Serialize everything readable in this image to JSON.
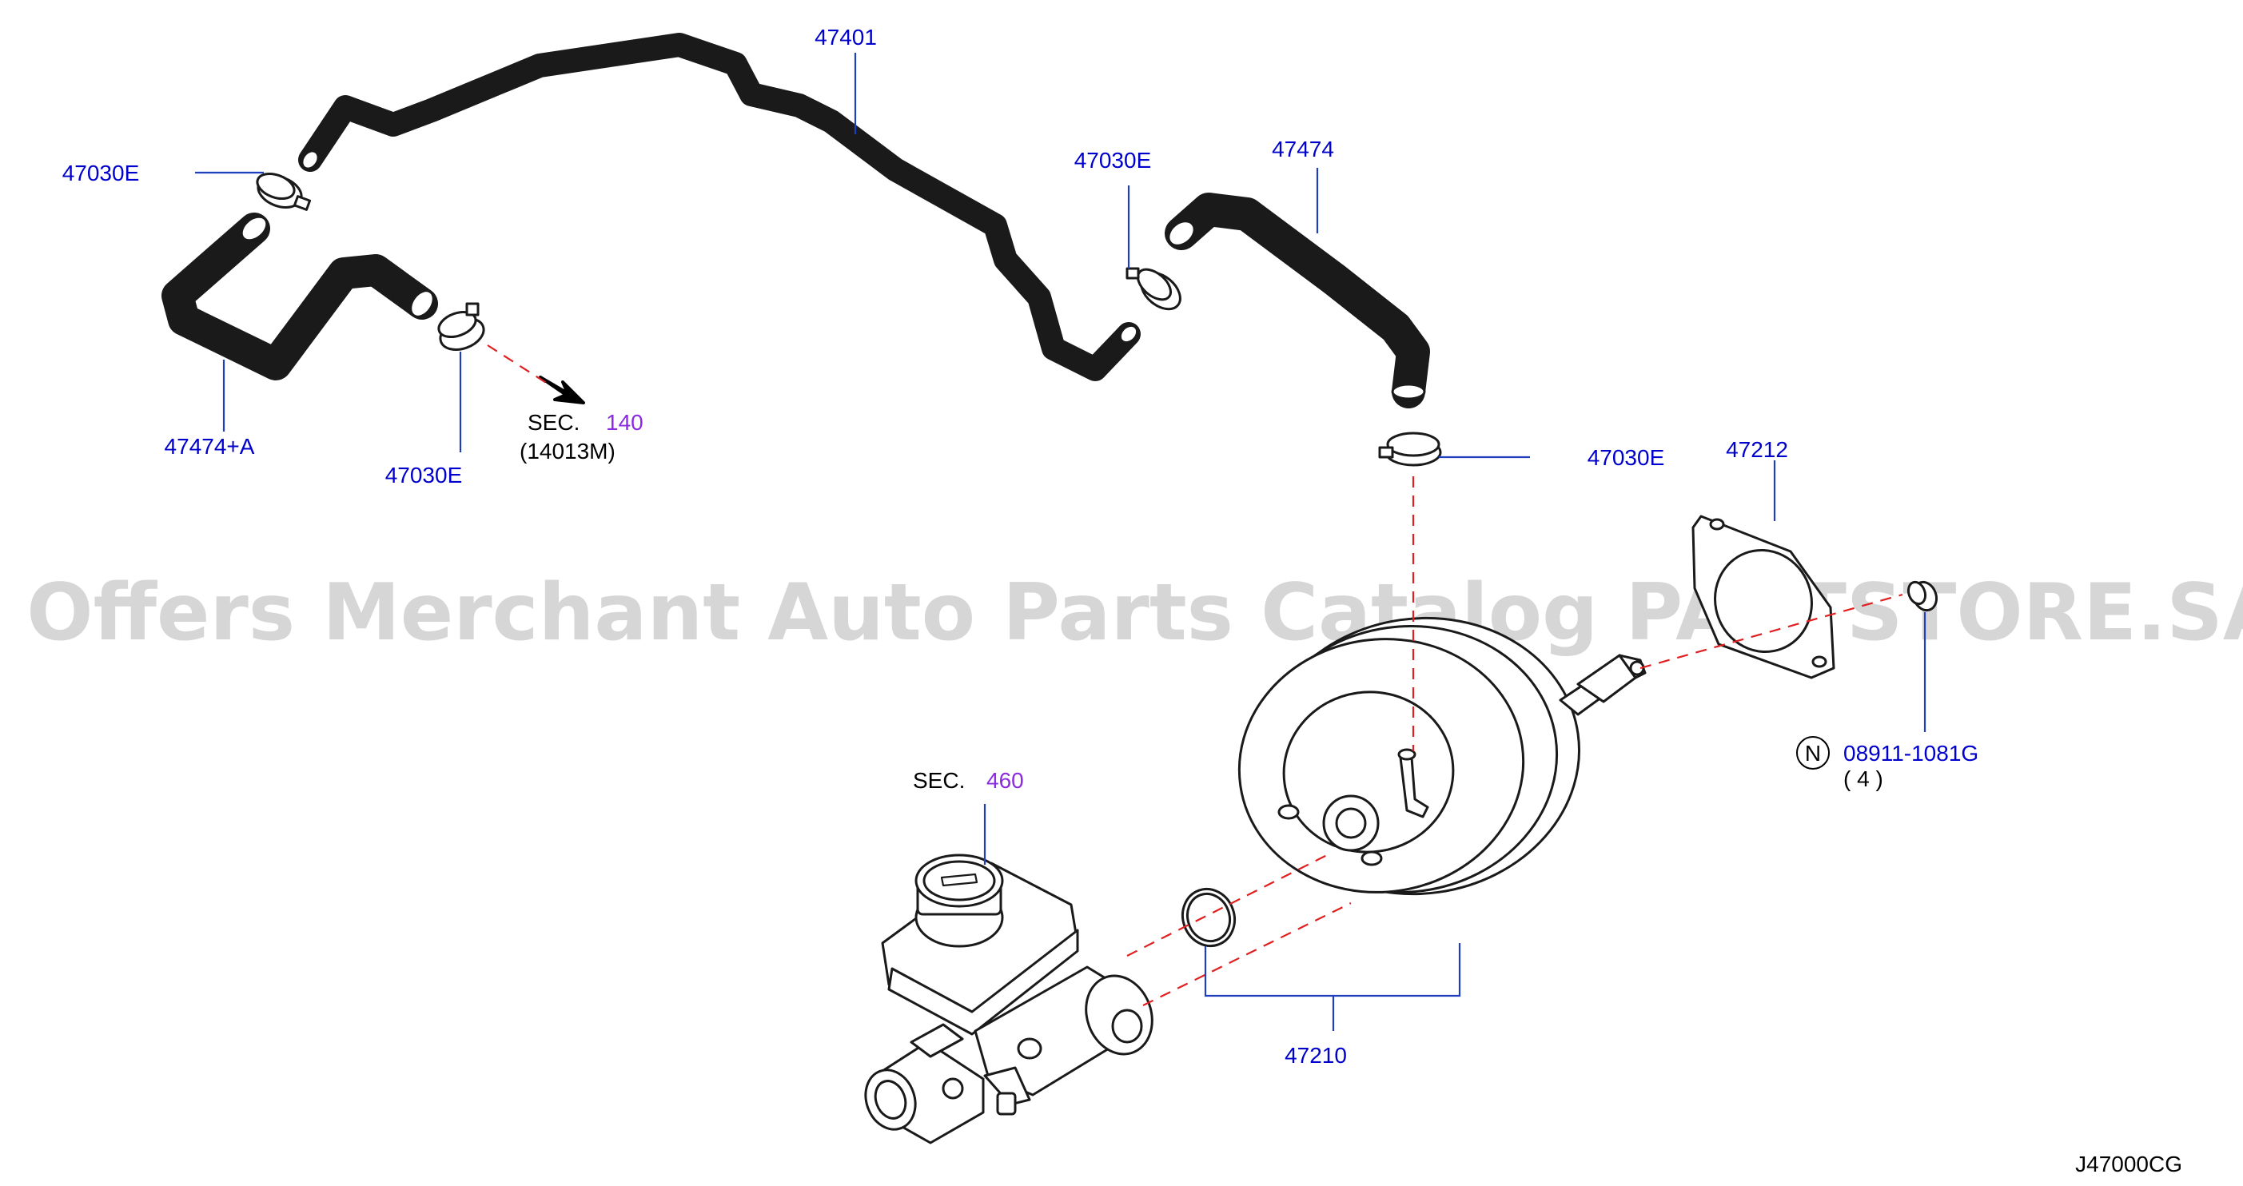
{
  "colors": {
    "part_number": "#0000cc",
    "section_number": "#8a2be2",
    "text": "#000000",
    "watermark": "#cfcfcf",
    "drawing": "#1a1a1a",
    "leader_line": "#1f3fbf",
    "dashed_line": "#e02020"
  },
  "watermark": "Offers Merchant Auto Parts Catalog PARTSTORE.SA",
  "diagram_code": "J47000CG",
  "labels": {
    "vacuum_tube": "47401",
    "clamp_upper_left": "47030E",
    "hose_left": "47474+A",
    "clamp_left_lower": "47030E",
    "clamp_center": "47030E",
    "hose_right": "47474",
    "clamp_right": "47030E",
    "gasket": "47212",
    "nut_part": "08911-1081G",
    "nut_marker": "N",
    "nut_qty": "( 4 )",
    "booster_assembly": "47210"
  },
  "sections": {
    "sec140": {
      "prefix": "SEC.",
      "number": "140",
      "sub": "(14013M)"
    },
    "sec460": {
      "prefix": "SEC.",
      "number": "460"
    }
  }
}
